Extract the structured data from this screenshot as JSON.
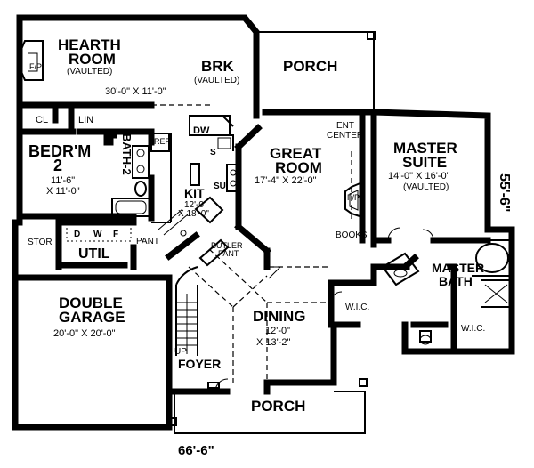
{
  "rooms": {
    "hearth": {
      "name_line1": "HEARTH",
      "name_line2": "ROOM",
      "note": "(VAULTED)",
      "dims": "30'-0\" X 11'-0\""
    },
    "brk": {
      "name": "BRK",
      "note": "(VAULTED)"
    },
    "porch_top": {
      "name": "PORCH"
    },
    "cl": {
      "name": "CL"
    },
    "lin": {
      "name": "LIN"
    },
    "bedroom": {
      "name_line1": "BEDR'M",
      "name_line2": "2",
      "dims_line1": "11'-6\"",
      "dims_line2": "X 11'-0\""
    },
    "bath2": {
      "name": "BATH-2"
    },
    "ref": {
      "name": "REF"
    },
    "dw": {
      "name": "DW"
    },
    "s": {
      "name": "S"
    },
    "su": {
      "name": "SU"
    },
    "kit": {
      "name": "KIT",
      "dims_line1": "12'-0\"",
      "dims_line2": "X 18'-0\""
    },
    "great": {
      "name_line1": "GREAT",
      "name_line2": "ROOM",
      "dims": "17'-4\" X 22'-0\""
    },
    "ent_center": {
      "line1": "ENT",
      "line2": "CENTER"
    },
    "fp_left": {
      "name": "F/P"
    },
    "fp_great": {
      "name": "F/P"
    },
    "books": {
      "name": "BOOKS"
    },
    "master_suite": {
      "name_line1": "MASTER",
      "name_line2": "SUITE",
      "dims": "14'-0\" X 16'-0\"",
      "note": "(VAULTED)"
    },
    "depth_dim": {
      "text": "55'-6\""
    },
    "stor": {
      "name": "STOR"
    },
    "laundry": {
      "d": "D",
      "w": "W",
      "f": "F"
    },
    "pant": {
      "name": "PANT"
    },
    "util": {
      "name": "UTIL"
    },
    "butler": {
      "line1": "BUTLER",
      "line2": "PANT"
    },
    "master_bath": {
      "name_line1": "MASTER",
      "name_line2": "BATH"
    },
    "garage": {
      "name_line1": "DOUBLE",
      "name_line2": "GARAGE",
      "dims": "20'-0\" X 20'-0\""
    },
    "wic1": {
      "name": "W.I.C."
    },
    "wic2": {
      "name": "W.I.C."
    },
    "dining": {
      "name": "DINING",
      "dims_line1": "12'-0\"",
      "dims_line2": "X 13'-2\""
    },
    "up": {
      "name": "UP"
    },
    "foyer": {
      "name": "FOYER"
    },
    "porch_bottom": {
      "name": "PORCH"
    },
    "width_dim": {
      "text": "66'-6\""
    }
  }
}
